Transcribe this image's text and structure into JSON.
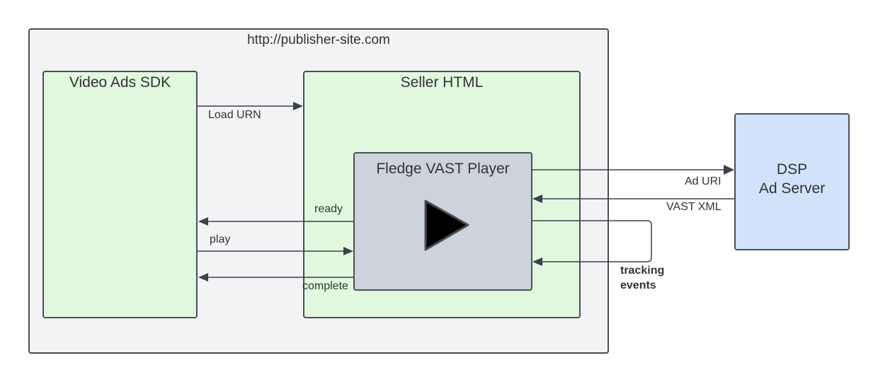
{
  "colors": {
    "publisher_fill": "#f2f3f5",
    "green_fill": "#e1f8df",
    "player_fill": "#cdd3db",
    "dsp_fill": "#d0e3fb",
    "stroke": "#4a4f57",
    "arrow": "#3d4148"
  },
  "publisher": {
    "url": "http://publisher-site.com"
  },
  "sdk": {
    "title": "Video Ads SDK"
  },
  "seller": {
    "title": "Seller HTML"
  },
  "player": {
    "title": "Fledge VAST Player",
    "icon": "play-icon"
  },
  "dsp": {
    "line1": "DSP",
    "line2": "Ad Server"
  },
  "edges": {
    "load_urn": "Load URN",
    "ready": "ready",
    "play": "play",
    "complete": "complete",
    "ad_uri": "Ad URI",
    "vast_xml": "VAST XML",
    "tracking_line1": "tracking",
    "tracking_line2": "events"
  }
}
